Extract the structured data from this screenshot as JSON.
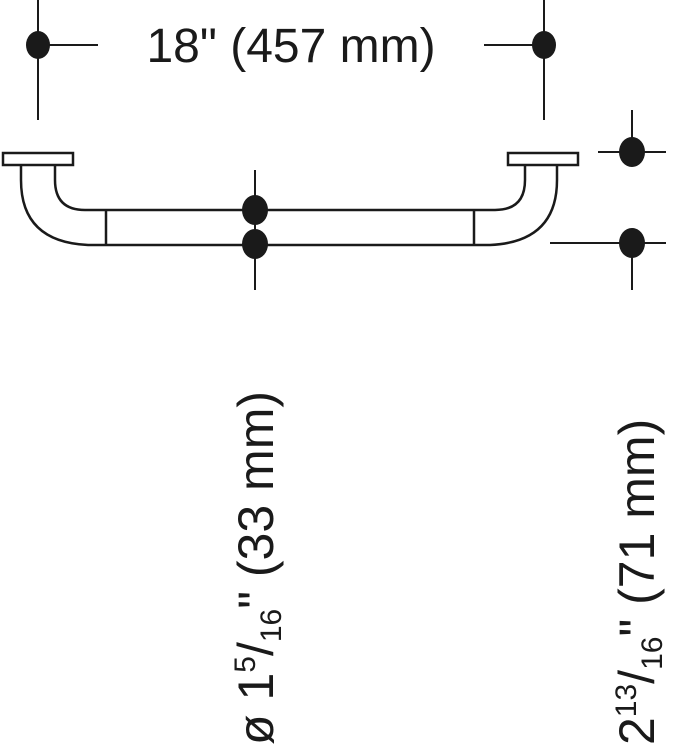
{
  "width_label": "18\" (457 mm)",
  "diameter": {
    "symbol": "ø",
    "whole": "1",
    "num": "5",
    "slash": "/",
    "den": "16",
    "inch": "\"",
    "metric": "(33 mm)"
  },
  "projection": {
    "whole": "2",
    "num": "13",
    "slash": "/",
    "den": "16",
    "inch": "\"",
    "metric": "(71 mm)"
  },
  "colors": {
    "ink": "#1a1a1a",
    "background": "#ffffff"
  }
}
